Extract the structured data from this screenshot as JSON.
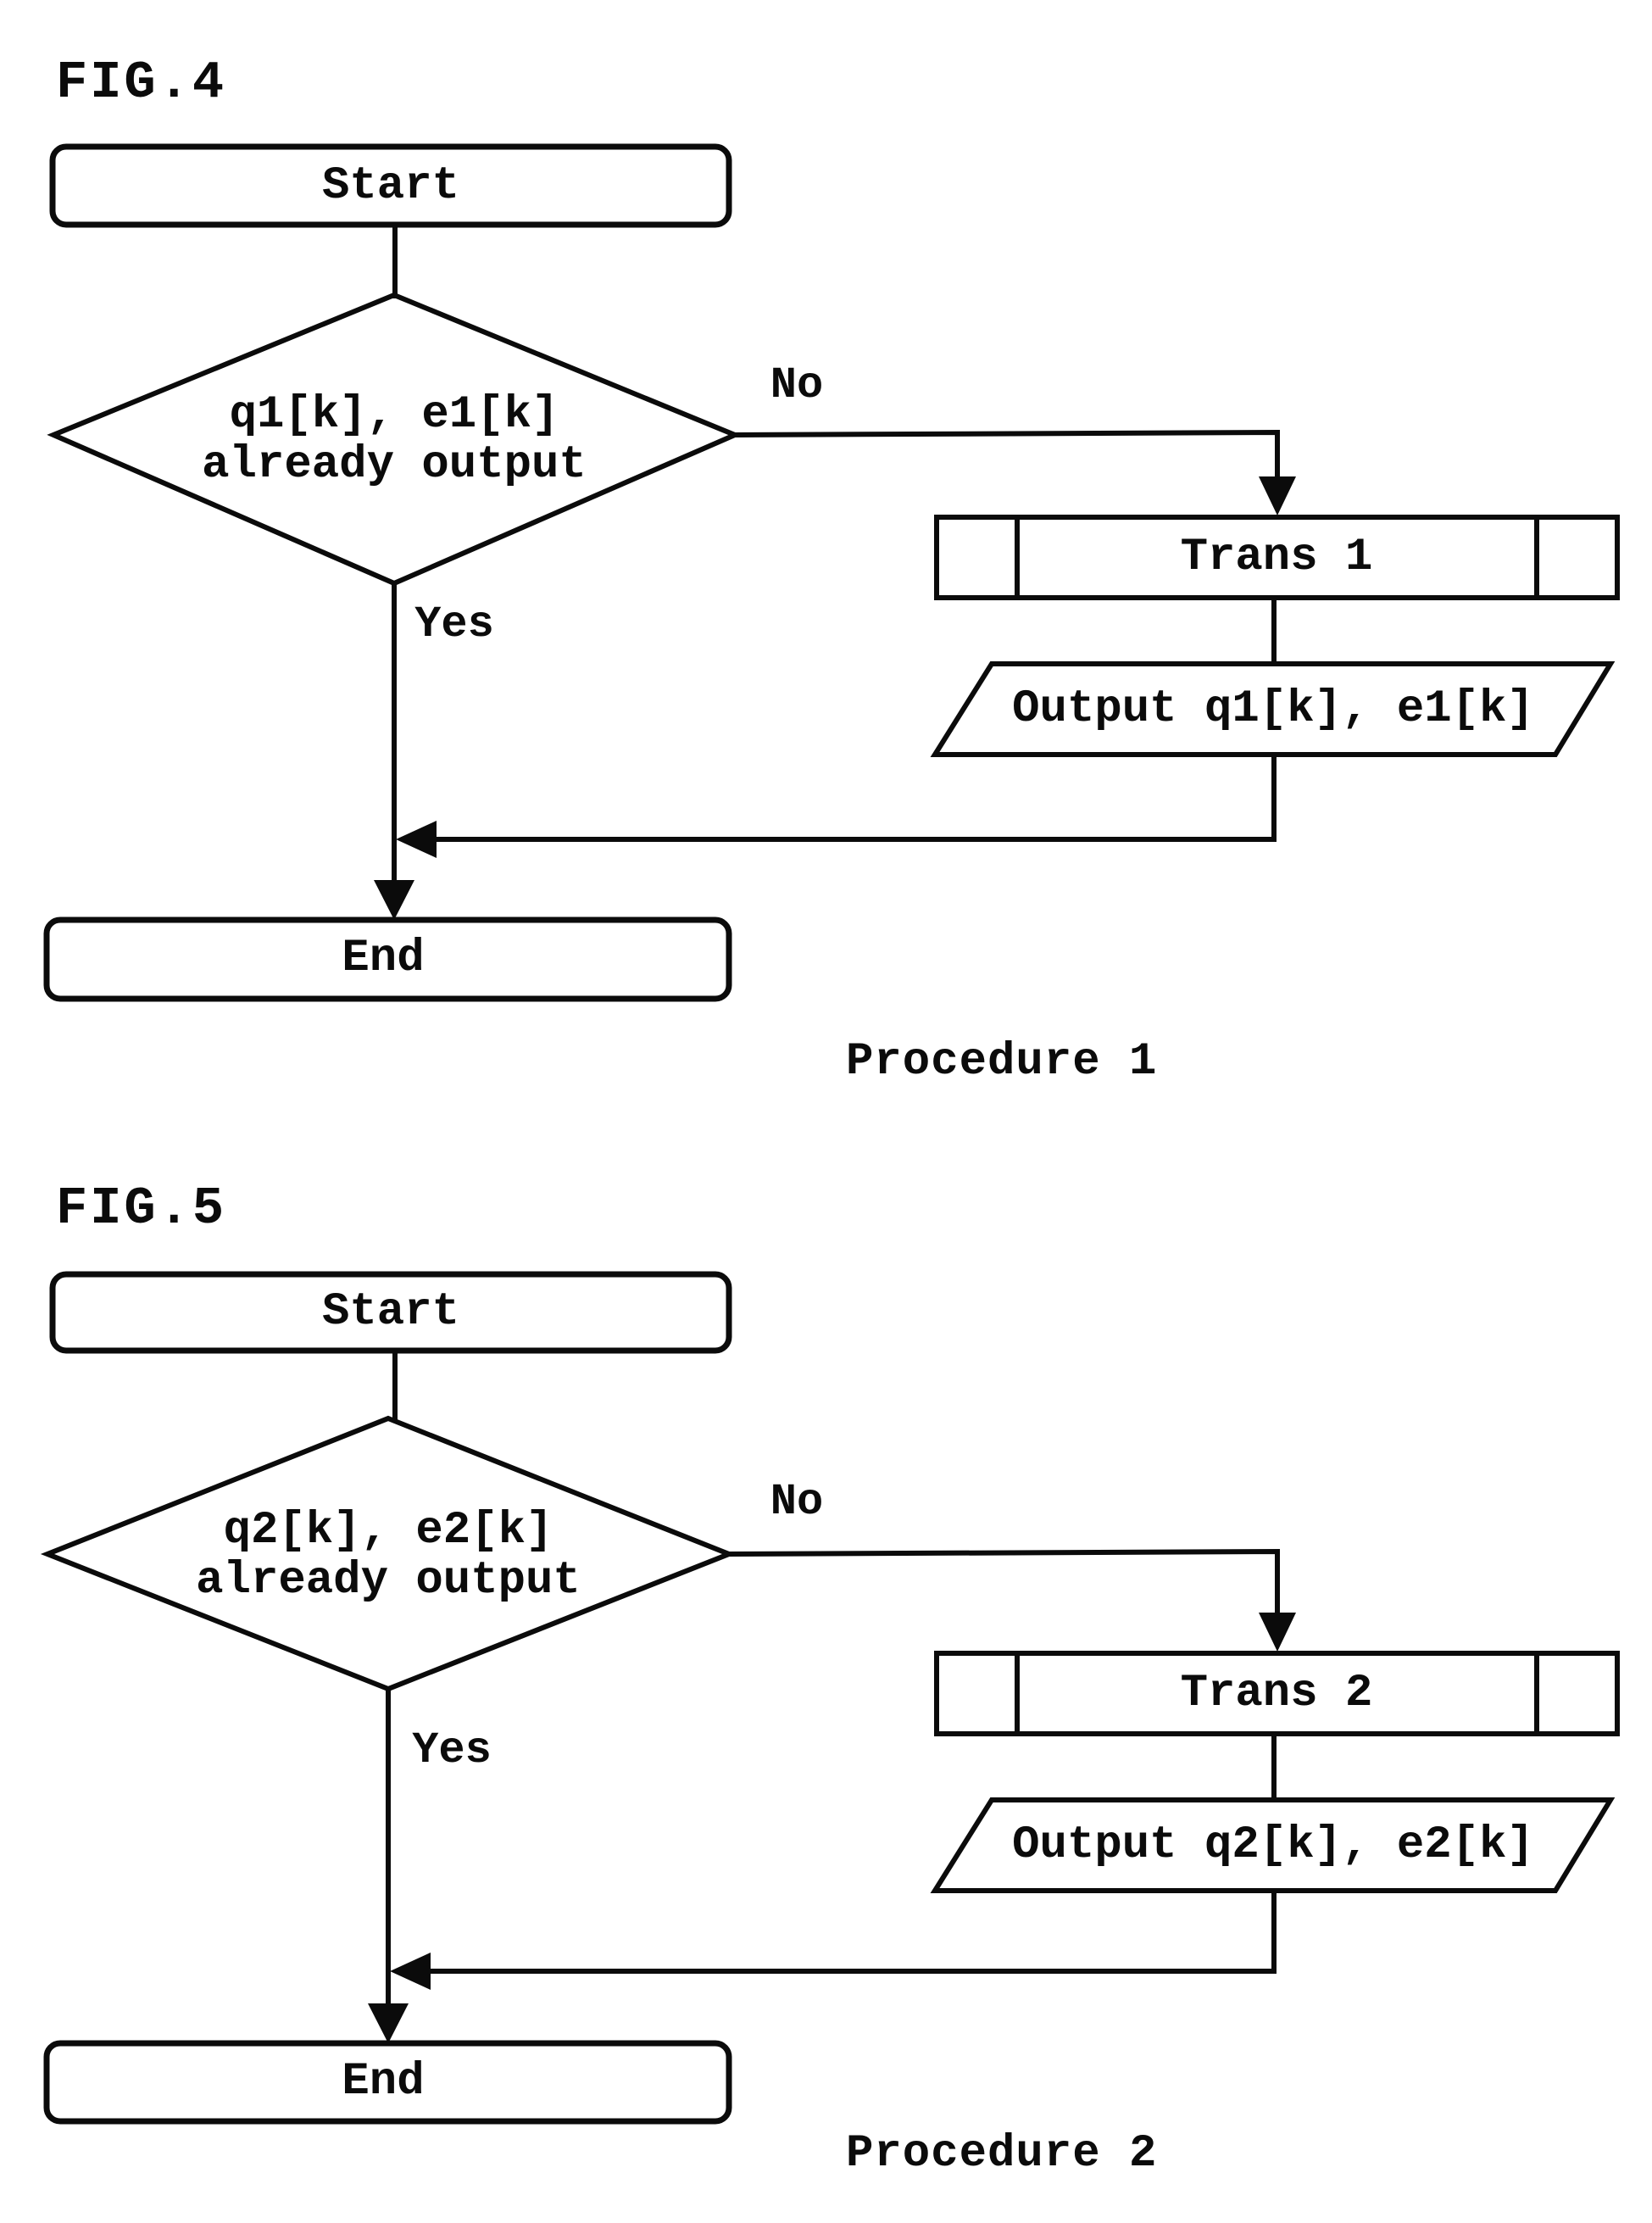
{
  "page": {
    "background_color": "#ffffff",
    "ink_color": "#0b0b0b"
  },
  "fig4": {
    "figure_label": "FIG.4",
    "start_label": "Start",
    "decision_line1": "q1[k], e1[k]",
    "decision_line2": "already output",
    "branch_no": "No",
    "branch_yes": "Yes",
    "process_label": "Trans 1",
    "output_label": "Output q1[k], e1[k]",
    "end_label": "End",
    "caption": "Procedure 1"
  },
  "fig5": {
    "figure_label": "FIG.5",
    "start_label": "Start",
    "decision_line1": "q2[k], e2[k]",
    "decision_line2": "already output",
    "branch_no": "No",
    "branch_yes": "Yes",
    "process_label": "Trans 2",
    "output_label": "Output q2[k], e2[k]",
    "end_label": "End",
    "caption": "Procedure 2"
  }
}
